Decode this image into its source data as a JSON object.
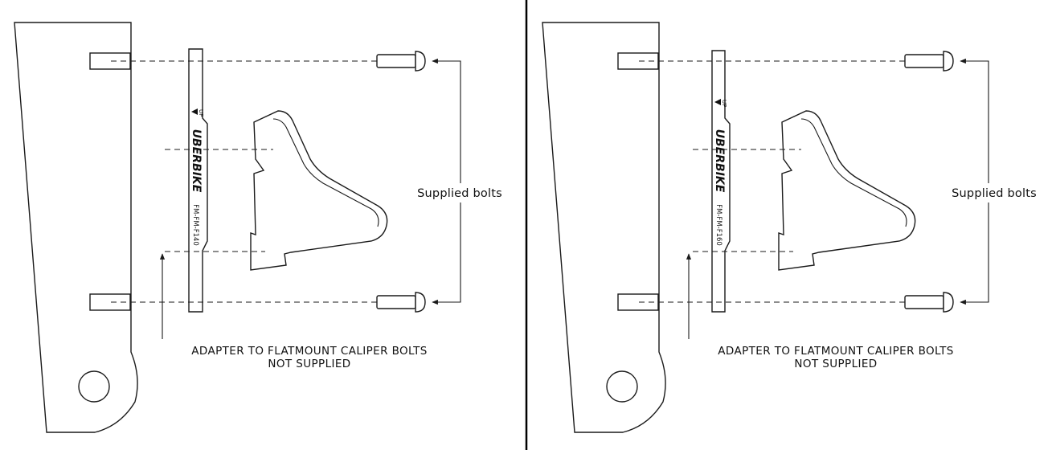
{
  "colors": {
    "line": "#1a1a1a",
    "background": "#ffffff",
    "divider": "#000000"
  },
  "panels": [
    {
      "supplied_label": "Supplied bolts",
      "note_line1": "ADAPTER TO FLATMOUNT CALIPER BOLTS",
      "note_line2": "NOT SUPPLIED",
      "adapter": {
        "brand": "UBERBIKE",
        "model": "FM-FM-F140",
        "up_mark": "UP"
      }
    },
    {
      "supplied_label": "Supplied bolts",
      "note_line1": "ADAPTER TO FLATMOUNT CALIPER BOLTS",
      "note_line2": "NOT SUPPLIED",
      "adapter": {
        "brand": "UBERBIKE",
        "model": "FM-FM-F160",
        "up_mark": "UP"
      }
    }
  ]
}
